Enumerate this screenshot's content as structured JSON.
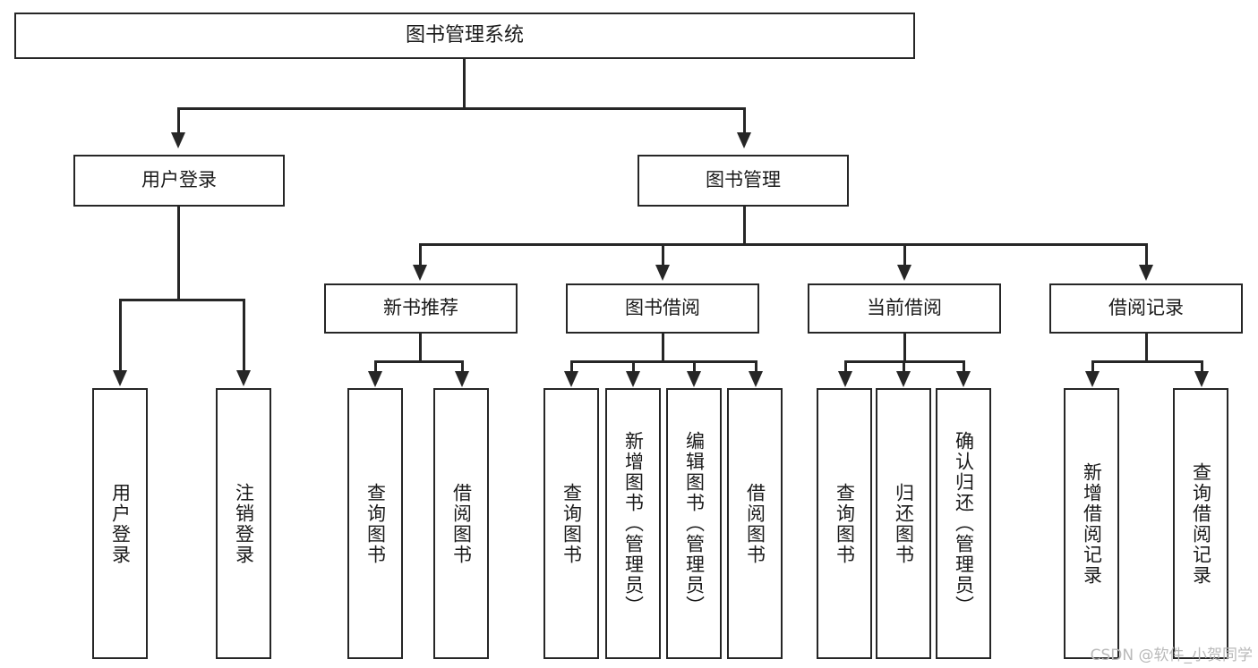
{
  "diagram": {
    "type": "tree",
    "title": "图书管理系统",
    "root": {
      "label": "图书管理系统"
    },
    "level2": [
      {
        "label": "用户登录"
      },
      {
        "label": "图书管理"
      }
    ],
    "level3": [
      {
        "label": "新书推荐"
      },
      {
        "label": "图书借阅"
      },
      {
        "label": "当前借阅"
      },
      {
        "label": "借阅记录"
      }
    ],
    "leaves": {
      "user_login": [
        {
          "label": "用户登录"
        },
        {
          "label": "注销登录"
        }
      ],
      "new_book_recommend": [
        {
          "label": "查询图书"
        },
        {
          "label": "借阅图书"
        }
      ],
      "book_borrow": [
        {
          "label": "查询图书"
        },
        {
          "label": "新增图书（管理员）"
        },
        {
          "label": "编辑图书（管理员）"
        },
        {
          "label": "借阅图书"
        }
      ],
      "current_borrow": [
        {
          "label": "查询图书"
        },
        {
          "label": "归还图书"
        },
        {
          "label": "确认归还（管理员）"
        }
      ],
      "borrow_record": [
        {
          "label": "新增借阅记录"
        },
        {
          "label": "查询借阅记录"
        }
      ]
    }
  },
  "watermark": {
    "text": "CSDN @软件_小贺同学"
  },
  "colors": {
    "stroke": "#262626",
    "background": "#ffffff",
    "text": "#1a1a1a",
    "watermark": "#b9b9b9"
  }
}
